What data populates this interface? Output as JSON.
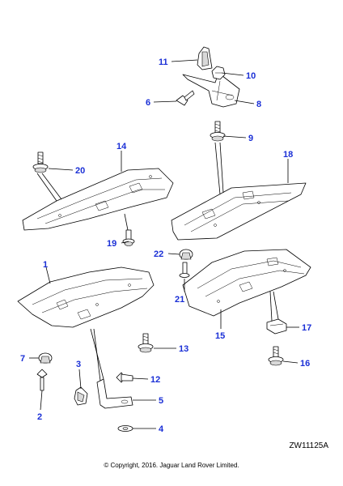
{
  "diagram": {
    "reference_code": "ZW11125A",
    "copyright": "© Copyright, 2016. Jaguar Land Rover Limited.",
    "callouts": [
      {
        "id": "c1",
        "label": "1"
      },
      {
        "id": "c2",
        "label": "2"
      },
      {
        "id": "c3",
        "label": "3"
      },
      {
        "id": "c4",
        "label": "4"
      },
      {
        "id": "c5",
        "label": "5"
      },
      {
        "id": "c6",
        "label": "6"
      },
      {
        "id": "c7",
        "label": "7"
      },
      {
        "id": "c8",
        "label": "8"
      },
      {
        "id": "c9",
        "label": "9"
      },
      {
        "id": "c10",
        "label": "10"
      },
      {
        "id": "c11",
        "label": "11"
      },
      {
        "id": "c12",
        "label": "12"
      },
      {
        "id": "c13",
        "label": "13"
      },
      {
        "id": "c14",
        "label": "14"
      },
      {
        "id": "c15",
        "label": "15"
      },
      {
        "id": "c16",
        "label": "16"
      },
      {
        "id": "c17",
        "label": "17"
      },
      {
        "id": "c18",
        "label": "18"
      },
      {
        "id": "c19",
        "label": "19"
      },
      {
        "id": "c20",
        "label": "20"
      },
      {
        "id": "c21",
        "label": "21"
      },
      {
        "id": "c22",
        "label": "22"
      }
    ]
  }
}
